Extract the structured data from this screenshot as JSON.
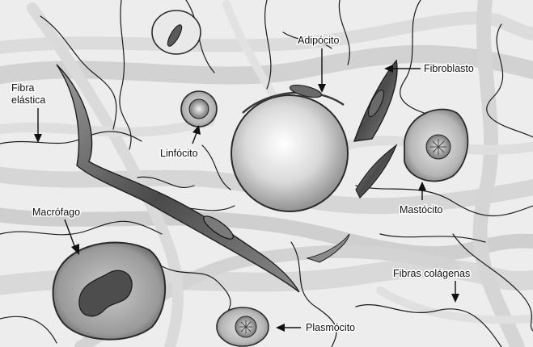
{
  "labels": {
    "fibra_elastica_1": "Fibra",
    "fibra_elastica_2": "elástica",
    "adipocito": "Adipócito",
    "fibroblasto": "Fibroblasto",
    "linfocito": "Linfócito",
    "mastocito": "Mastócito",
    "macrofago": "Macrófago",
    "fibras_colagenas": "Fibras colágenas",
    "plasmocito": "Plasmócito"
  }
}
